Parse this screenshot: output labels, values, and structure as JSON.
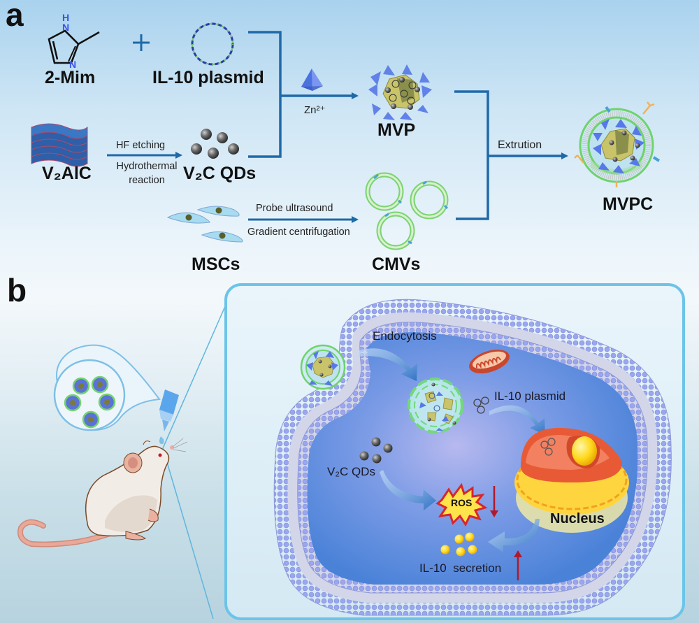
{
  "figure": {
    "panel_a": {
      "label": "a",
      "reactants": {
        "mim": "2-Mim",
        "mim_h_atom": "H",
        "mim_n_atom_top": "N",
        "mim_n_atom_bottom": "N",
        "plus": "+",
        "plasmid": "IL-10 plasmid",
        "v2alc": "V₂AlC",
        "v2c_qds": "V₂C QDs",
        "mscs": "MSCs"
      },
      "steps": {
        "hf_etching": "HF etching",
        "hydrothermal_line1": "Hydrothermal",
        "hydrothermal_line2": "reaction",
        "zn": "Zn²⁺",
        "probe_ultrasound": "Probe ultrasound",
        "gradient_centrifugation": "Gradient centrifugation",
        "extrusion": "Extrution"
      },
      "products": {
        "mvp": "MVP",
        "cmvs": "CMVs",
        "mvpc": "MVPC"
      }
    },
    "panel_b": {
      "label": "b",
      "endocytosis": "Endocytosis",
      "plasmid": "IL-10 plasmid",
      "v2c_qds": "V₂C QDs",
      "ros": "ROS",
      "nucleus": "Nucleus",
      "secretion": "IL-10  secretion",
      "ros_trend": "down",
      "secretion_trend": "up"
    },
    "colors": {
      "arrow_blue": "#1f69a8",
      "membrane_blue": "#8e9be6",
      "cell_interior": "#5a8fe0",
      "ros_red": "#d9252b",
      "ros_yellow": "#ffe34a",
      "trend_arrow_red": "#b0192b",
      "qd_gray": "#555555",
      "secretion_yellow": "#ffd51e"
    }
  }
}
